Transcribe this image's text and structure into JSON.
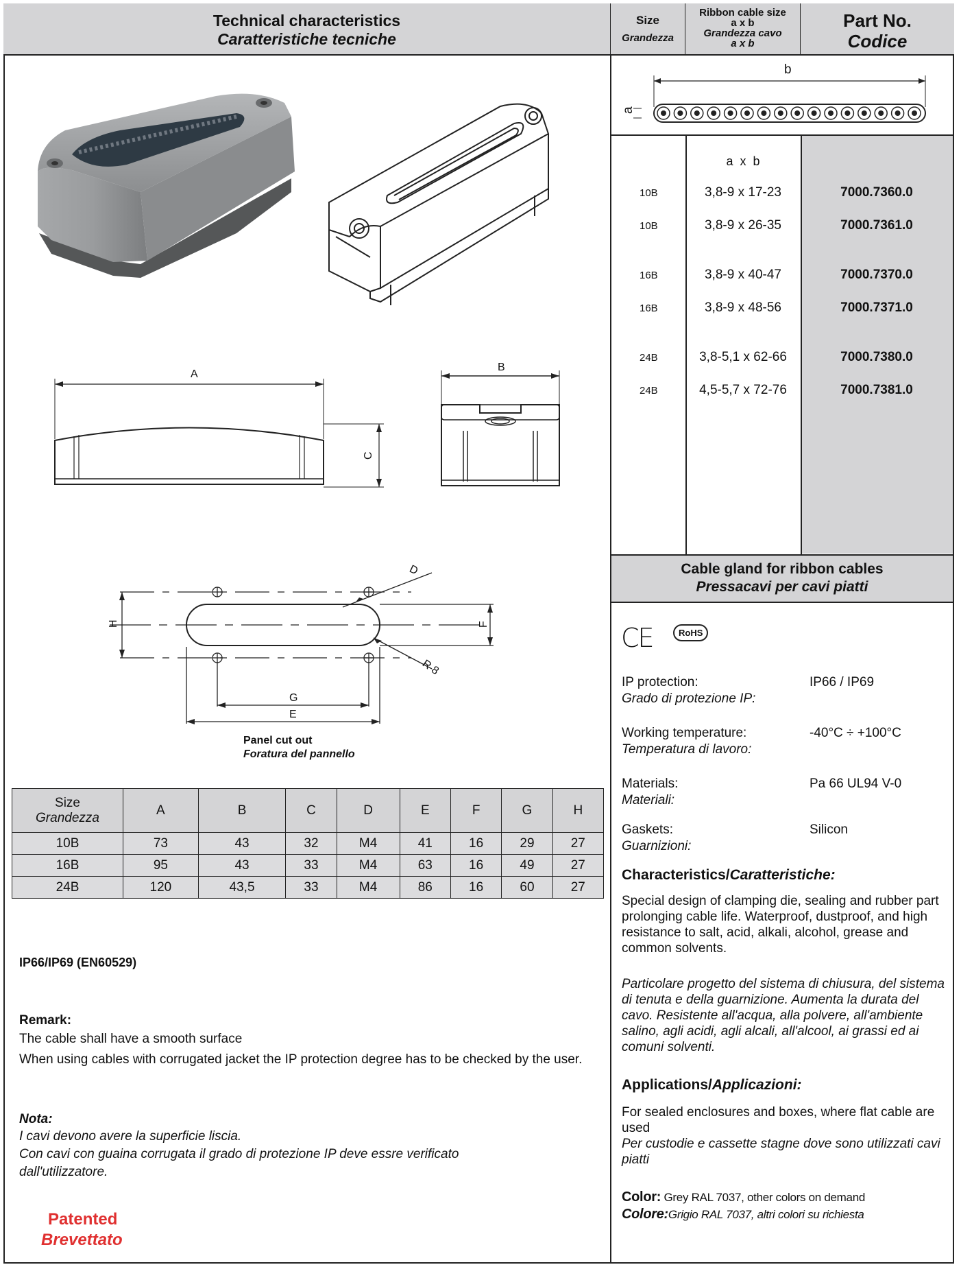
{
  "header": {
    "tech_title": "Technical characteristics",
    "tech_title_it": "Caratteristiche tecniche",
    "size_title": "Size",
    "size_title_it": "Grandezza",
    "ribbon_title": "Ribbon cable size",
    "ribbon_title_ab": "a x b",
    "ribbon_title_it": "Grandezza cavo",
    "ribbon_title_it_ab": "a x b",
    "part_title": "Part No.",
    "part_title_it": "Codice"
  },
  "cable_diagram": {
    "label_a": "a",
    "label_b": "b"
  },
  "parts": {
    "column_header": "a  x  b",
    "rows": [
      {
        "size": "10B",
        "ab": "3,8-9 x 17-23",
        "part": "7000.7360.0"
      },
      {
        "size": "10B",
        "ab": "3,8-9 x 26-35",
        "part": "7000.7361.0"
      },
      {
        "size": "16B",
        "ab": "3,8-9 x 40-47",
        "part": "7000.7370.0"
      },
      {
        "size": "16B",
        "ab": "3,8-9 x 48-56",
        "part": "7000.7371.0"
      },
      {
        "size": "24B",
        "ab": "3,8-5,1 x 62-66",
        "part": "7000.7380.0"
      },
      {
        "size": "24B",
        "ab": "4,5-5,7 x 72-76",
        "part": "7000.7381.0"
      }
    ]
  },
  "drawings": {
    "label_A": "A",
    "label_B": "B",
    "label_C": "C",
    "label_D": "D",
    "label_E": "E",
    "label_F": "F",
    "label_G": "G",
    "label_H": "H",
    "label_R": "R 8",
    "cutout_title": "Panel cut out",
    "cutout_title_it": "Foratura del pannello"
  },
  "dims_table": {
    "size_header": "Size",
    "size_header_it": "Grandezza",
    "columns": [
      "A",
      "B",
      "C",
      "D",
      "E",
      "F",
      "G",
      "H"
    ],
    "rows": [
      [
        "10B",
        "73",
        "43",
        "32",
        "M4",
        "41",
        "16",
        "29",
        "27"
      ],
      [
        "16B",
        "95",
        "43",
        "33",
        "M4",
        "63",
        "16",
        "49",
        "27"
      ],
      [
        "24B",
        "120",
        "43,5",
        "33",
        "M4",
        "86",
        "16",
        "60",
        "27"
      ]
    ]
  },
  "left_notes": {
    "ip_std": "IP66/IP69 (EN60529)",
    "remark_title": "Remark:",
    "remark_1": "The cable shall have a smooth surface",
    "remark_2": "When using cables with corrugated jacket the IP protection degree has to be checked by the user.",
    "nota_title": "Nota:",
    "nota_1": "I cavi devono avere la superficie liscia.",
    "nota_2": "Con cavi con guaina corrugata il grado di protezione IP deve essre verificato dall'utilizzatore.",
    "patented": "Patented",
    "patented_it": "Brevettato",
    "patented_color": "#e03030"
  },
  "product": {
    "title": "Cable gland for ribbon cables",
    "title_it": "Pressacavi per cavi piatti",
    "ce_mark": "CE",
    "rohs_mark": "RoHS",
    "specs": [
      {
        "label": "IP protection:",
        "label_it": "Grado di protezione IP:",
        "value": "IP66 / IP69"
      },
      {
        "label": "Working temperature:",
        "label_it": "Temperatura di lavoro:",
        "value": "-40°C ÷ +100°C"
      },
      {
        "label": "Materials:",
        "label_it": "Materiali:",
        "value": "Pa 66 UL94 V-0"
      },
      {
        "label": "Gaskets:",
        "label_it": "Guarnizioni:",
        "value": "Silicon"
      }
    ],
    "char_title": "Characteristics/",
    "char_title_it": "Caratteristiche:",
    "char_text": "Special design of clamping die, sealing and rubber part prolonging cable life. Waterproof, dustproof, and high resistance to  salt, acid, alkali, alcohol, grease and common solvents.",
    "char_text_it": "Particolare progetto del sistema di chiusura, del sistema di tenuta e della guarnizione. Aumenta la durata del cavo. Resistente all'acqua, alla polvere, all'ambiente salino, agli acidi, agli alcali, all'alcool, ai grassi ed ai comuni solventi.",
    "app_title": "Applications/",
    "app_title_it": "Applicazioni:",
    "app_text": "For sealed enclosures and boxes, where flat cable are used",
    "app_text_it": "Per custodie e cassette stagne dove sono utilizzati cavi piatti",
    "color_label": "Color:",
    "color_text": " Grey RAL 7037, other colors on demand",
    "color_label_it": "Colore:",
    "color_text_it": "Grigio RAL 7037, altri colori su richiesta",
    "header_gray": "#d4d4d6"
  }
}
